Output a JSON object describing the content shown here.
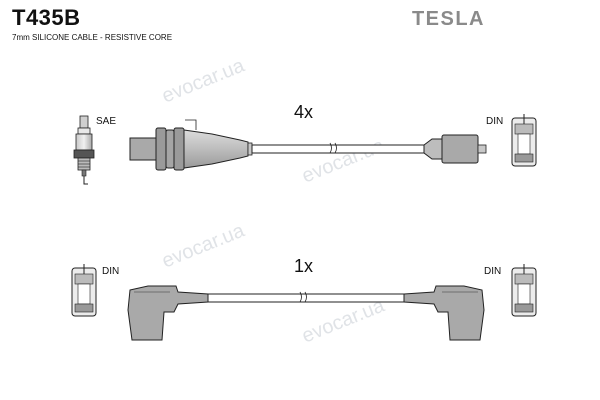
{
  "header": {
    "part_code": "T435B",
    "cable_spec": "7mm SILICONE CABLE - RESISTIVE CORE",
    "brand": "TESLA"
  },
  "set_1": {
    "quantity": "4x",
    "left_connector_label": "SAE",
    "right_connector_label": "DIN"
  },
  "set_2": {
    "quantity": "1x",
    "left_connector_label": "DIN",
    "right_connector_label": "DIN"
  },
  "watermark": "evocar.ua"
}
